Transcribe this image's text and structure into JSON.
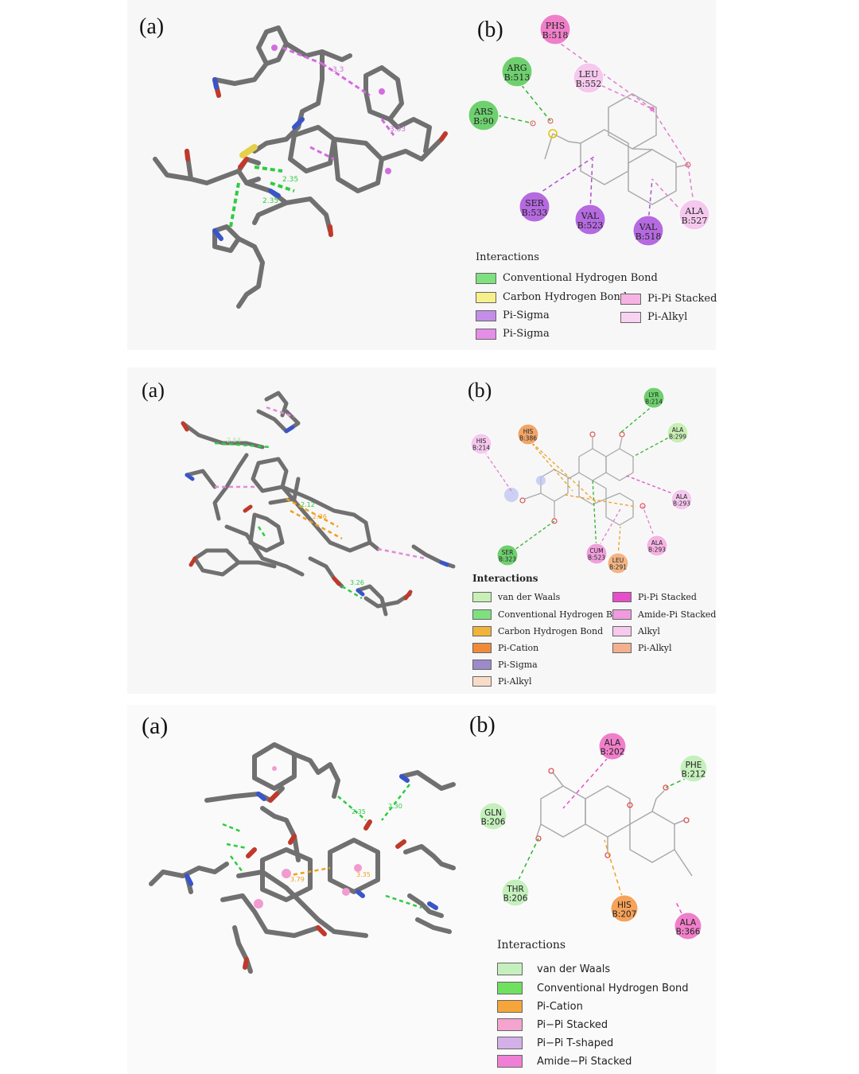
{
  "panels": [
    {
      "label_a": "(a)",
      "label_b": "(b)",
      "residues": [
        {
          "name": "PHS",
          "chain": "B:518",
          "color": "#f07fc9"
        },
        {
          "name": "ARG",
          "chain": "B:513",
          "color": "#6fd06f"
        },
        {
          "name": "LEU",
          "chain": "B:552",
          "color": "#f5c9ee"
        },
        {
          "name": "ARS",
          "chain": "B:90",
          "color": "#6fd06f"
        },
        {
          "name": "SER",
          "chain": "B:533",
          "color": "#b56ae0"
        },
        {
          "name": "VAL",
          "chain": "B:523",
          "color": "#b56ae0"
        },
        {
          "name": "VAL",
          "chain": "B:518",
          "color": "#b56ae0"
        },
        {
          "name": "ALA",
          "chain": "B:527",
          "color": "#f5c9ee"
        }
      ],
      "distances": [
        "2.35",
        "2.35",
        "3.3",
        "3.33"
      ],
      "legend": {
        "title": "Interactions",
        "items": [
          {
            "label": "Conventional Hydrogen Bond",
            "color": "#7fe07f"
          },
          {
            "label": "Carbon Hydrogen Bond",
            "color": "#f7f08a"
          },
          {
            "label": "Pi-Sigma",
            "color": "#c48ee8"
          },
          {
            "label": "Pi-Sigma",
            "color": "#e48ee8"
          },
          {
            "label": "Pi-Pi Stacked",
            "color": "#f7b3e3"
          },
          {
            "label": "Pi-Alkyl",
            "color": "#f7d3f1"
          }
        ]
      }
    },
    {
      "label_a": "(a)",
      "label_b": "(b)",
      "residues": [
        {
          "name": "LYR",
          "chain": "B:214",
          "color": "#6fd06f"
        },
        {
          "name": "ALA",
          "chain": "B:299",
          "color": "#c8efb5"
        },
        {
          "name": "HIS",
          "chain": "B:214",
          "color": "#f5c9ee"
        },
        {
          "name": "HIS",
          "chain": "B:386",
          "color": "#f0a66a"
        },
        {
          "name": "ALA",
          "chain": "B:293",
          "color": "#f5c9ee"
        },
        {
          "name": "SER",
          "chain": "B:323",
          "color": "#6fd06f"
        },
        {
          "name": "CUM",
          "chain": "B:523",
          "color": "#f0a0dd"
        },
        {
          "name": "LEU",
          "chain": "B:291",
          "color": "#f3b585"
        },
        {
          "name": "ALA",
          "chain": "B:293",
          "color": "#f5b3e3"
        }
      ],
      "distances": [
        "2.12",
        "2.36",
        "3.26",
        "2.54"
      ],
      "legend": {
        "title": "Interactions",
        "items": [
          {
            "label": "van der Waals",
            "color": "#c8efb5"
          },
          {
            "label": "Conventional Hydrogen Bond",
            "color": "#7fe07f"
          },
          {
            "label": "Carbon Hydrogen Bond",
            "color": "#f0b43a"
          },
          {
            "label": "Pi-Cation",
            "color": "#f08a3a"
          },
          {
            "label": "Pi-Sigma",
            "color": "#9d8ac8"
          },
          {
            "label": "Pi-Alkyl",
            "color": "#f9dcc8"
          },
          {
            "label": "Pi-Pi Stacked",
            "color": "#e64fc9"
          },
          {
            "label": "Amide-Pi Stacked",
            "color": "#f09ae0"
          },
          {
            "label": "Alkyl",
            "color": "#f7c9ec"
          },
          {
            "label": "Pi-Alkyl",
            "color": "#f3b08e"
          }
        ]
      }
    },
    {
      "label_a": "(a)",
      "label_b": "(b)",
      "residues": [
        {
          "name": "ALA",
          "chain": "B:202",
          "color": "#f07fc9"
        },
        {
          "name": "PHE",
          "chain": "B:212",
          "color": "#c5f0bd"
        },
        {
          "name": "GLN",
          "chain": "B:206",
          "color": "#c5f0bd"
        },
        {
          "name": "THR",
          "chain": "B:206",
          "color": "#c5f0bd"
        },
        {
          "name": "HIS",
          "chain": "B:207",
          "color": "#f5a25a"
        },
        {
          "name": "ALA",
          "chain": "B:366",
          "color": "#f07fc9"
        }
      ],
      "distances": [
        "2.35",
        "2.30",
        "3.35",
        "3.79"
      ],
      "legend": {
        "title": "Interactions",
        "items": [
          {
            "label": "van der Waals",
            "color": "#c5f0bd"
          },
          {
            "label": "Conventional Hydrogen Bond",
            "color": "#6fe05f"
          },
          {
            "label": "Pi-Cation",
            "color": "#f5a53a"
          },
          {
            "label": "Pi−Pi Stacked",
            "color": "#f5a3cf"
          },
          {
            "label": "Pi−Pi T-shaped",
            "color": "#d3b0e8"
          },
          {
            "label": "Amide−Pi Stacked",
            "color": "#ef7fd5"
          }
        ]
      }
    }
  ]
}
